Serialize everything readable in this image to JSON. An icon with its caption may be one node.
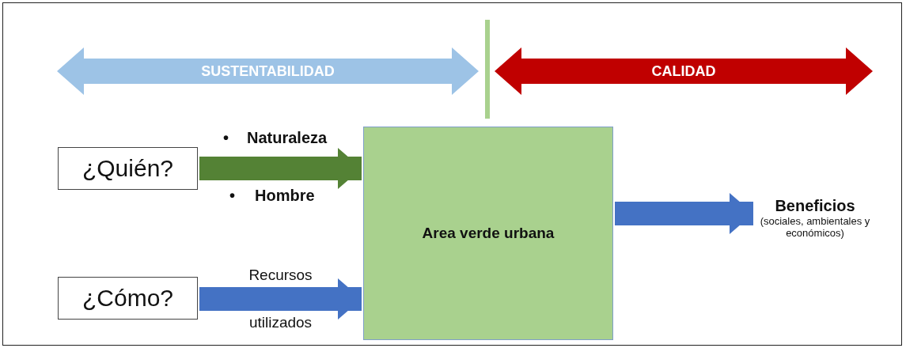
{
  "diagram": {
    "nodes": [
      {
        "text": [
          "SUSTENTABILIDAD"
        ]
      },
      {
        "text": [
          "CALIDAD"
        ]
      },
      {
        "text": [
          "¿Quién?"
        ]
      },
      {
        "text": [
          "Area verde urbana"
        ]
      },
      {
        "text": [
          "Beneficios",
          "(sociales, ambientales y económicos)"
        ]
      },
      {
        "text": [
          "¿Cómo?"
        ]
      }
    ],
    "edges": [
      {
        "from": 2,
        "to": 3,
        "arrow": "to",
        "color": "#548235"
      },
      {
        "from": 5,
        "to": 3,
        "arrow": "to",
        "label": "Recursos utilizados"
      },
      {
        "from": 3,
        "to": 4,
        "arrow": "to"
      }
    ],
    "labels": [
      "•",
      "Naturaleza",
      "•",
      "Hombre"
    ]
  }
}
